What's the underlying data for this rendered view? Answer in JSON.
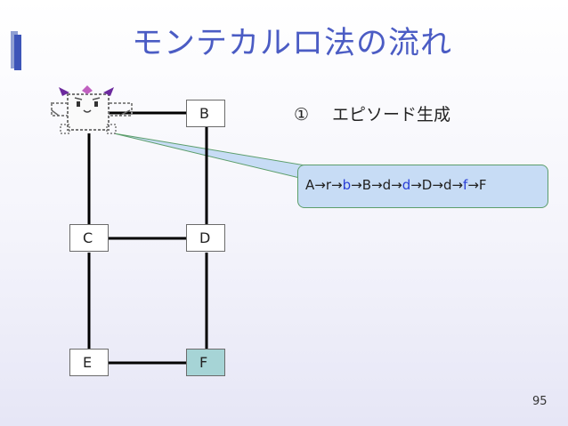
{
  "slide": {
    "title": "モンテカルロ法の流れ",
    "step_number": "①",
    "step_label": "エピソード生成",
    "page_number": "95"
  },
  "nodes": [
    {
      "id": "B",
      "label": "B",
      "goal": false
    },
    {
      "id": "C",
      "label": "C",
      "goal": false
    },
    {
      "id": "D",
      "label": "D",
      "goal": false
    },
    {
      "id": "E",
      "label": "E",
      "goal": false
    },
    {
      "id": "F",
      "label": "F",
      "goal": true
    }
  ],
  "edges": [
    [
      "start",
      "B"
    ],
    [
      "start",
      "C"
    ],
    [
      "B",
      "D"
    ],
    [
      "C",
      "D"
    ],
    [
      "C",
      "E"
    ],
    [
      "D",
      "F"
    ],
    [
      "E",
      "F"
    ]
  ],
  "episode": {
    "tokens": [
      {
        "text": "A",
        "color": "default"
      },
      {
        "text": "→",
        "color": "default"
      },
      {
        "text": "r",
        "color": "default"
      },
      {
        "text": "→",
        "color": "default"
      },
      {
        "text": "b",
        "color": "blue"
      },
      {
        "text": "→",
        "color": "default"
      },
      {
        "text": "B",
        "color": "default"
      },
      {
        "text": "→",
        "color": "default"
      },
      {
        "text": "d",
        "color": "default"
      },
      {
        "text": "→",
        "color": "default"
      },
      {
        "text": "d",
        "color": "blue"
      },
      {
        "text": "→",
        "color": "default"
      },
      {
        "text": "D",
        "color": "default"
      },
      {
        "text": "→",
        "color": "default"
      },
      {
        "text": "d",
        "color": "default"
      },
      {
        "text": "→",
        "color": "default"
      },
      {
        "text": "f",
        "color": "blue"
      },
      {
        "text": "→",
        "color": "default"
      },
      {
        "text": "F",
        "color": "default"
      }
    ]
  },
  "agent": {
    "icon": "agent-character-icon"
  },
  "colors": {
    "title": "#4b5cc4",
    "accent_bar": "#3d55b8",
    "goal_node": "#a6d4d6",
    "callout_fill": "#c7dcf5",
    "callout_border": "#5c9e6b",
    "highlight_text": "#2a3fd6"
  }
}
